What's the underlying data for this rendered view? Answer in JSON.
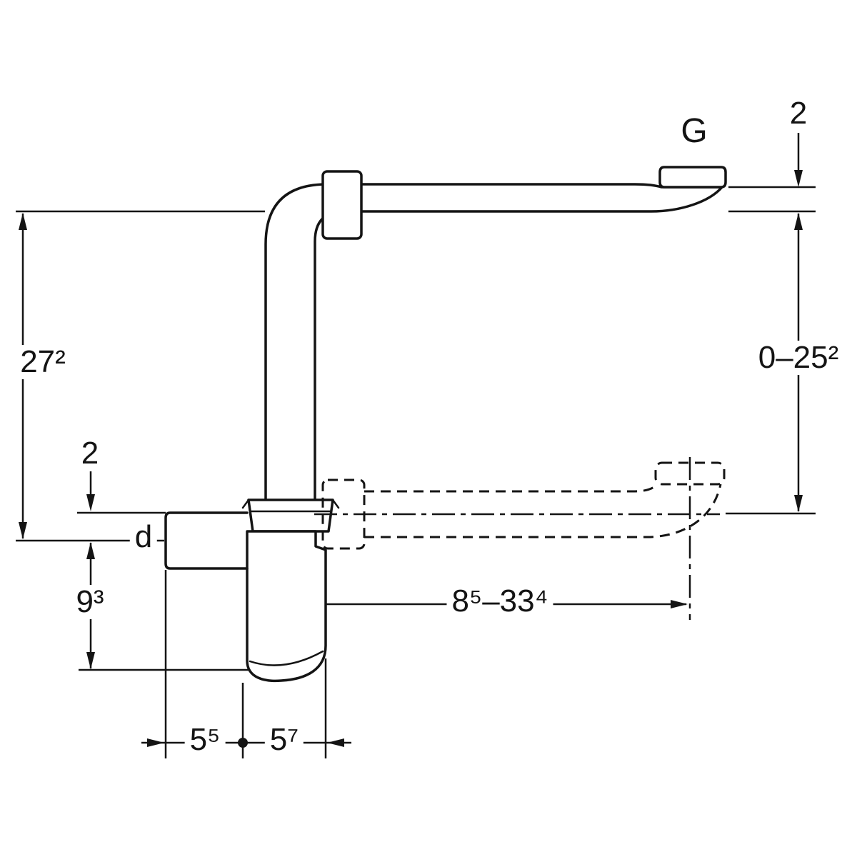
{
  "diagram": {
    "kind": "technical dimensional drawing of a space-saving bottle trap with adjustable outlet",
    "ink_color": "#141414",
    "background_color": "#ffffff"
  },
  "labels": {
    "thread_connection": "G",
    "pipe_diameter": "d"
  },
  "dimensions": {
    "flange_offset": "2",
    "vertical_adjust_range": "0–25²",
    "overall_height": "27²",
    "inlet_axis_offset": "2",
    "trap_depth_below_inlet": "9³",
    "horizontal_adjust_range": "8⁵–33⁴",
    "inlet_to_axis_width": "5⁵",
    "axis_to_outlet_width": "5⁷"
  }
}
